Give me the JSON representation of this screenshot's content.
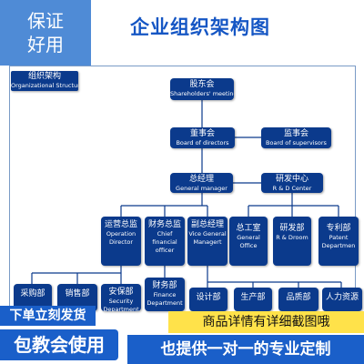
{
  "title": "企业组织架构图",
  "badge": {
    "line1": "保证",
    "line2": "好用"
  },
  "section_label": {
    "zh": "组织架构",
    "en": "Organizational Structure"
  },
  "nodes": {
    "shareholders": {
      "zh": "股东会",
      "en": "Shareholders' meeting"
    },
    "board_directors": {
      "zh": "董事会",
      "en": "Board of directors"
    },
    "board_supervisors": {
      "zh": "监事会",
      "en": "Board of supervisors"
    },
    "general_manager": {
      "zh": "总经理",
      "en": "General manager"
    },
    "rd_center": {
      "zh": "研发中心",
      "en": "R & D Center"
    },
    "operation_director": {
      "zh": "运营总监",
      "en": "Operation Director"
    },
    "cfo": {
      "zh": "财务总监",
      "en": "Chief financial officer"
    },
    "vice_gm": {
      "zh": "副总经理",
      "en": "Vice General Managert"
    },
    "general_office": {
      "zh": "总工室",
      "en": "General Office"
    },
    "rd_room": {
      "zh": "研发部",
      "en": "R & Droom"
    },
    "patent_dept": {
      "zh": "专利部",
      "en": "Patent Departmen"
    },
    "purchasing": {
      "zh": "采购部",
      "en": ""
    },
    "sales": {
      "zh": "销售部",
      "en": ""
    },
    "security": {
      "zh": "安保部",
      "en": "Security Department"
    },
    "finance": {
      "zh": "财务部",
      "en": "Finance Department"
    },
    "design": {
      "zh": "设计部",
      "en": ""
    },
    "production": {
      "zh": "生产部",
      "en": ""
    },
    "quality": {
      "zh": "品质部",
      "en": ""
    },
    "hr": {
      "zh": "人力资源",
      "en": ""
    }
  },
  "promo": {
    "order_now": "下单立刻发货",
    "teach": "包教会使用",
    "details": "商品详情有详细截图哦",
    "one_on_one": "也提供一对一的专业定制"
  },
  "colors": {
    "box": "#0b3a8c",
    "title": "#1556c4",
    "badge": "#4f8bd6",
    "promo_blue": "#1a5fc9",
    "promo_yellow": "#ffe24a"
  }
}
